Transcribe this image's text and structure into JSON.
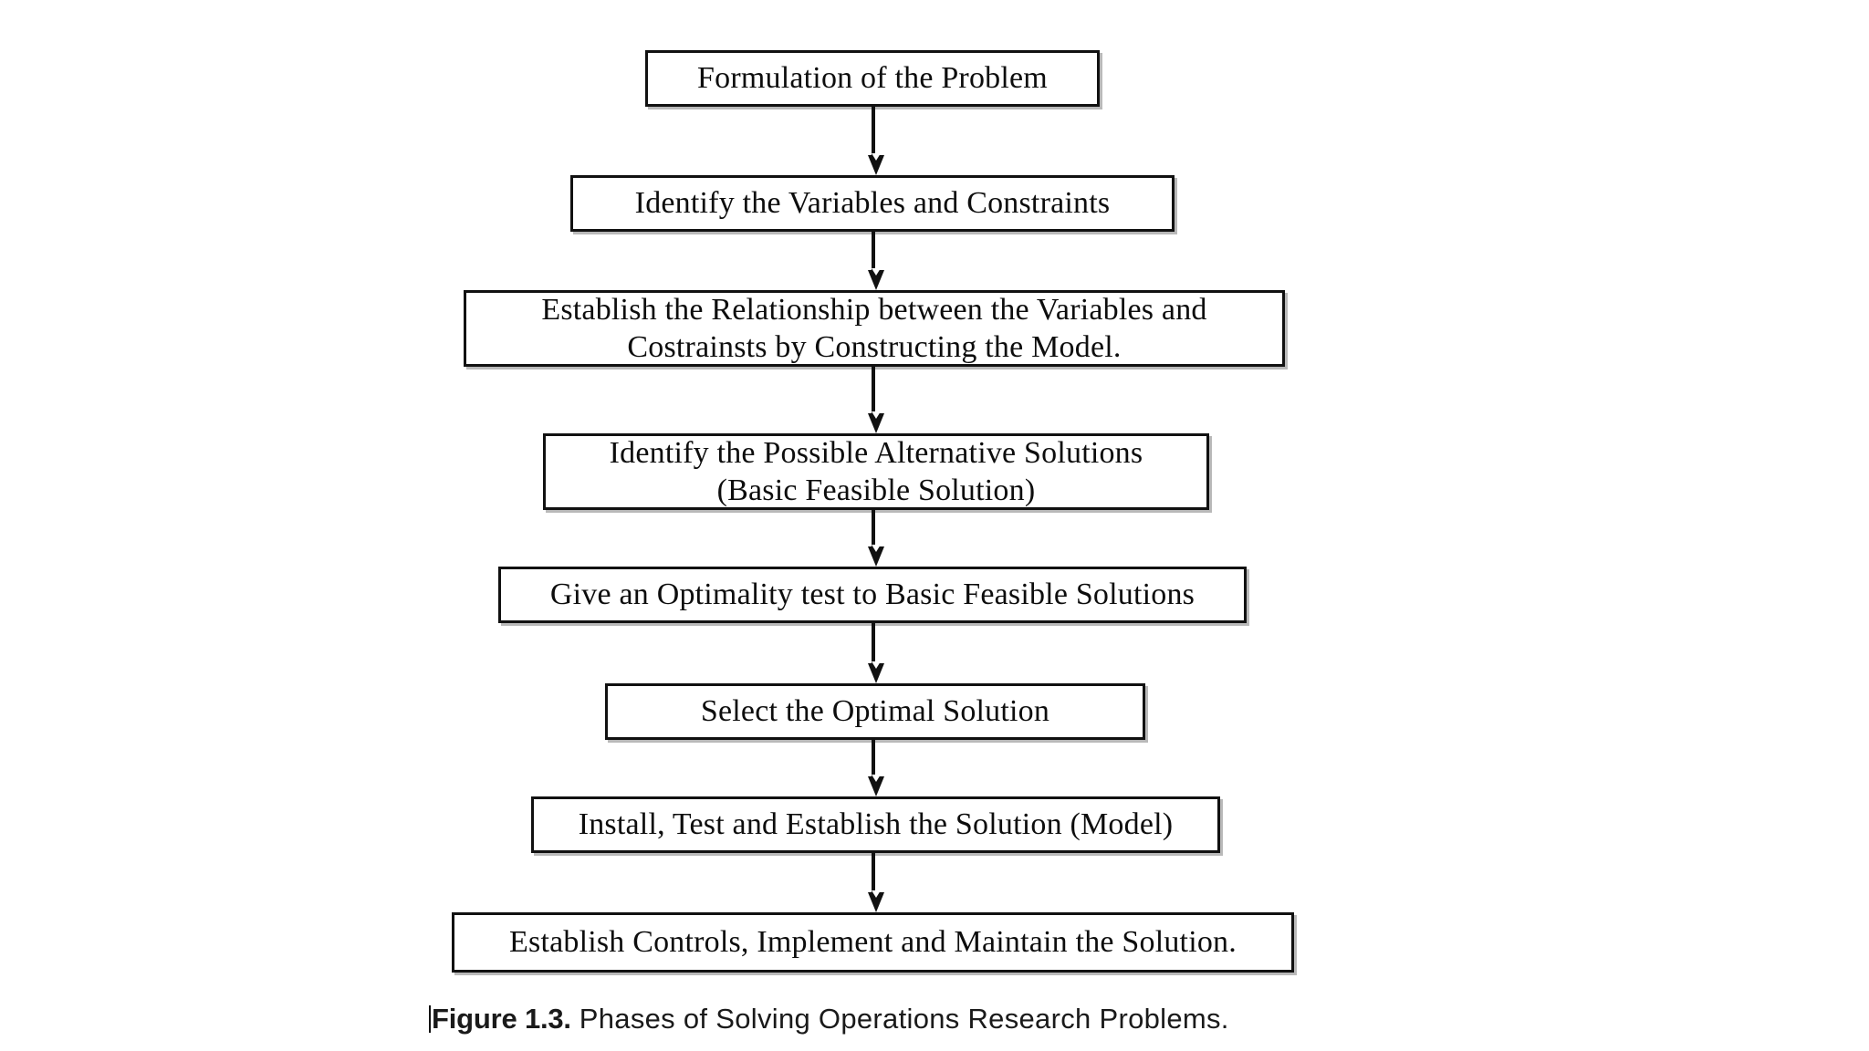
{
  "figure": {
    "caption_number": "Figure 1.3.",
    "caption_text": " Phases of Solving Operations Research Problems.",
    "background_color": "#ffffff",
    "line_color": "#111111",
    "text_color": "#0d0d0d"
  },
  "flowchart": {
    "type": "vertical-flowchart",
    "orientation": "top-to-bottom",
    "node_count": 8,
    "connector_count": 7,
    "connector_style": "solid-line-with-filled-arrowhead",
    "nodes": [
      {
        "id": "node-0",
        "label": "Formulation of the Problem"
      },
      {
        "id": "node-1",
        "label": "Identify the Variables and Constraints"
      },
      {
        "id": "node-2",
        "label": "Establish the Relationship between the Variables and\nCostrainsts by Constructing the Model."
      },
      {
        "id": "node-3",
        "label": "Identify the Possible Alternative Solutions\n(Basic Feasible Solution)"
      },
      {
        "id": "node-4",
        "label": "Give an Optimality test to Basic Feasible Solutions"
      },
      {
        "id": "node-5",
        "label": "Select the Optimal Solution"
      },
      {
        "id": "node-6",
        "label": "Install, Test and Establish the Solution (Model)"
      },
      {
        "id": "node-7",
        "label": "Establish Controls, Implement and Maintain the Solution."
      }
    ],
    "connectors": [
      {
        "id": "conn-0",
        "from": "node-0",
        "to": "node-1",
        "arrow": "down-arrow-icon"
      },
      {
        "id": "conn-1",
        "from": "node-1",
        "to": "node-2",
        "arrow": "down-arrow-icon"
      },
      {
        "id": "conn-2",
        "from": "node-2",
        "to": "node-3",
        "arrow": "down-arrow-icon"
      },
      {
        "id": "conn-3",
        "from": "node-3",
        "to": "node-4",
        "arrow": "down-arrow-icon"
      },
      {
        "id": "conn-4",
        "from": "node-4",
        "to": "node-5",
        "arrow": "down-arrow-icon"
      },
      {
        "id": "conn-5",
        "from": "node-5",
        "to": "node-6",
        "arrow": "down-arrow-icon"
      },
      {
        "id": "conn-6",
        "from": "node-6",
        "to": "node-7",
        "arrow": "down-arrow-icon"
      }
    ]
  }
}
